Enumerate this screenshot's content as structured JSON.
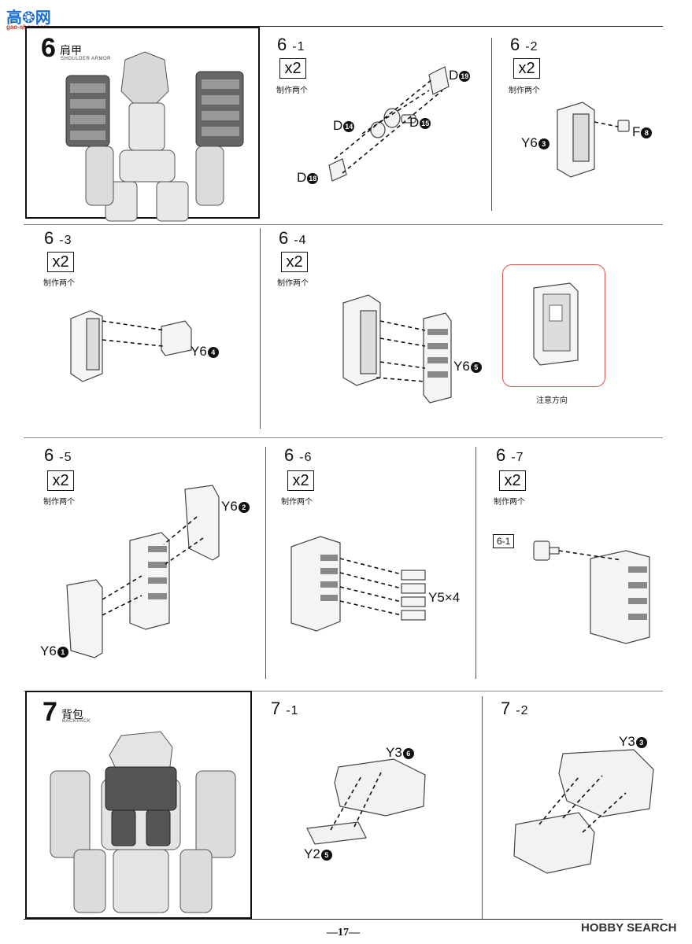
{
  "watermark": {
    "site_cn": "高❂网",
    "site_url": "gao-shou.com"
  },
  "section6": {
    "number": "6",
    "title": "肩甲",
    "subtitle": "SHOULDER ARMOR",
    "steps": {
      "s1": {
        "label": "6",
        "suffix": "-1",
        "qty": "x2",
        "note": "制作两个",
        "parts": [
          {
            "text": "D",
            "num": "19"
          },
          {
            "text": "D",
            "num": "14"
          },
          {
            "text": "D",
            "num": "15"
          },
          {
            "text": "D",
            "num": "18"
          }
        ]
      },
      "s2": {
        "label": "6",
        "suffix": "-2",
        "qty": "x2",
        "note": "制作两个",
        "parts": [
          {
            "text": "Y6",
            "num": "3"
          },
          {
            "text": "F",
            "num": "8"
          }
        ]
      },
      "s3": {
        "label": "6",
        "suffix": "-3",
        "qty": "x2",
        "note": "制作两个",
        "parts": [
          {
            "text": "Y6",
            "num": "4"
          }
        ]
      },
      "s4": {
        "label": "6",
        "suffix": "-4",
        "qty": "x2",
        "note": "制作两个",
        "parts": [
          {
            "text": "Y6",
            "num": "5"
          }
        ],
        "callout": "注意方向"
      },
      "s5": {
        "label": "6",
        "suffix": "-5",
        "qty": "x2",
        "note": "制作两个",
        "parts": [
          {
            "text": "Y6",
            "num": "2"
          },
          {
            "text": "Y6",
            "num": "1"
          }
        ]
      },
      "s6": {
        "label": "6",
        "suffix": "-6",
        "qty": "x2",
        "note": "制作两个",
        "parts": [
          {
            "text": "Y5×4"
          }
        ]
      },
      "s7": {
        "label": "6",
        "suffix": "-7",
        "qty": "x2",
        "note": "制作两个",
        "ref": "6-1"
      }
    }
  },
  "section7": {
    "number": "7",
    "title": "背包",
    "subtitle": "BACKPACK",
    "steps": {
      "s1": {
        "label": "7",
        "suffix": "-1",
        "parts": [
          {
            "text": "Y3",
            "num": "6"
          },
          {
            "text": "Y2",
            "num": "5"
          }
        ]
      },
      "s2": {
        "label": "7",
        "suffix": "-2",
        "parts": [
          {
            "text": "Y3",
            "num": "3"
          }
        ]
      }
    }
  },
  "footer": {
    "page": "—17—",
    "brand": "HOBBY SEARCH"
  }
}
